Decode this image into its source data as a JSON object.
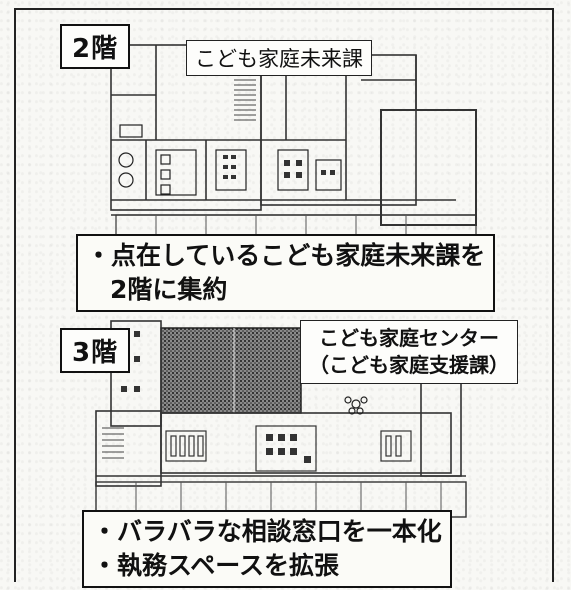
{
  "floor2": {
    "floor_label": "2階",
    "department_label": "こども家庭未来課",
    "callout_lines": [
      "・点在しているこども家庭未来課を",
      "2階に集約"
    ]
  },
  "floor3": {
    "floor_label": "3階",
    "center_label_line1": "こども家庭センター",
    "center_label_line2": "（こども家庭支援課）",
    "callout_lines": [
      "・バラバラな相談窓口を一本化",
      "・執務スペースを拡張"
    ]
  }
}
